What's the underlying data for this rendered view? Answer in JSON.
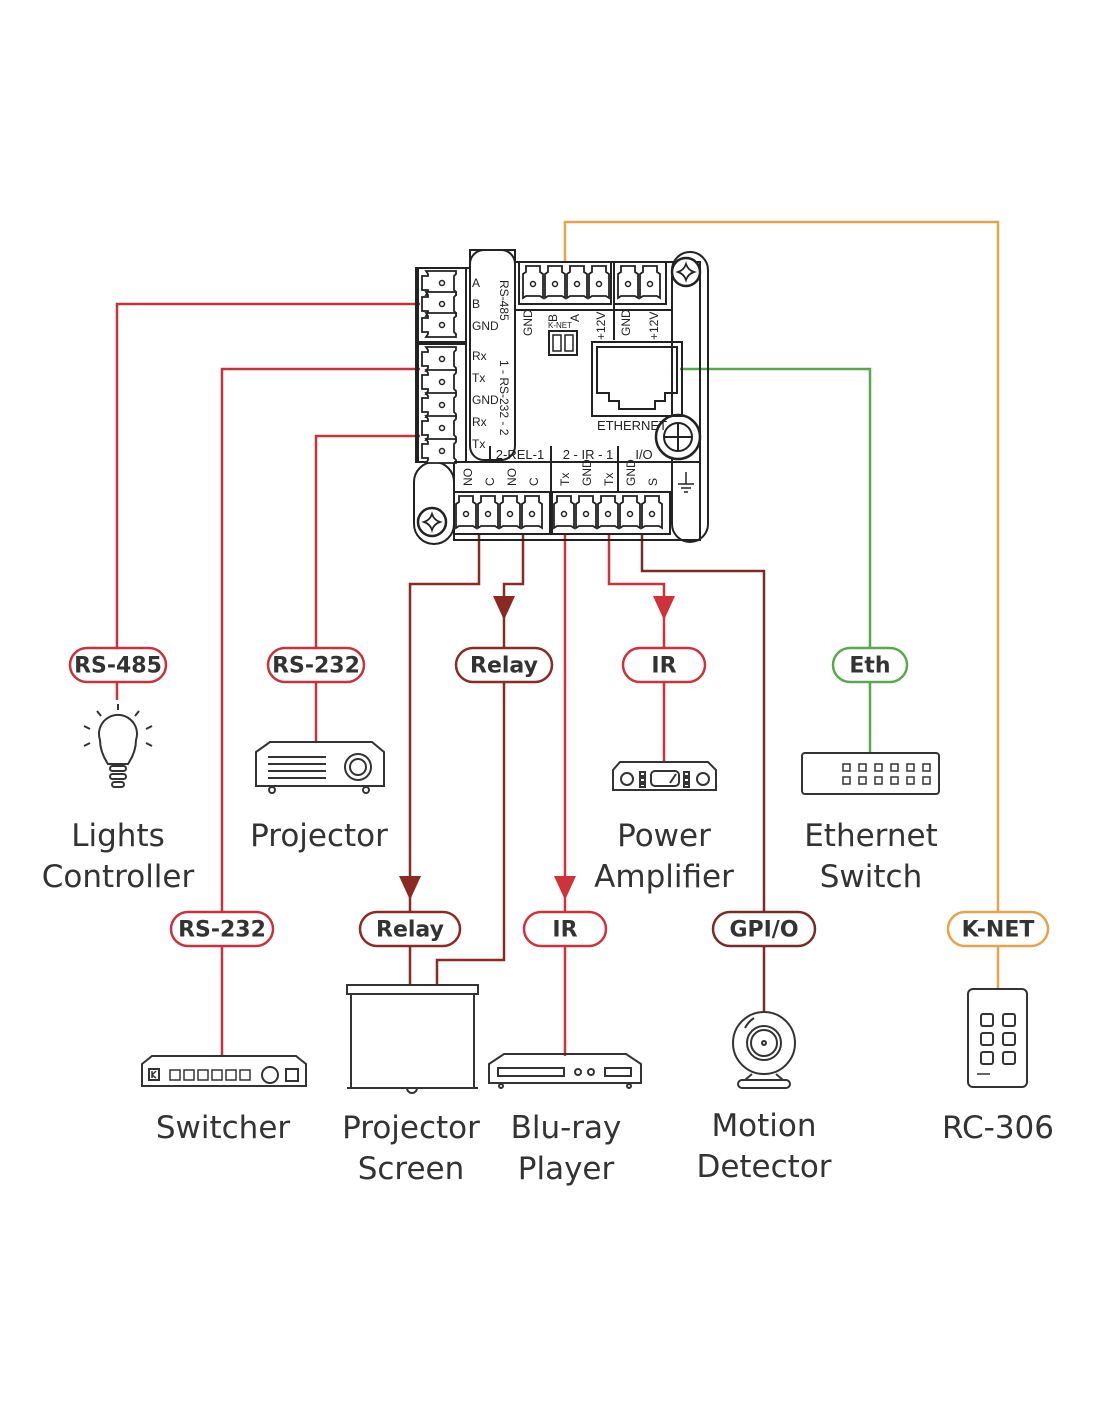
{
  "colors": {
    "rs_red": "#c8323c",
    "relay_brown": "#8b2a22",
    "gpio_brown": "#7a2b25",
    "ir_red": "#d0323a",
    "eth_green": "#5aa84e",
    "knet_orange": "#e8a24a",
    "ink": "#333333"
  },
  "controller": {
    "ports": {
      "rs485": {
        "title": "RS-485",
        "pins": [
          "A",
          "B",
          "GND"
        ]
      },
      "rs232": {
        "title": "1 - RS-232 - 2",
        "pins": [
          "Rx",
          "Tx",
          "GND",
          "Rx",
          "Tx"
        ]
      },
      "knet": {
        "title": "K-NET",
        "pins": [
          "GND",
          "B",
          "A",
          "+12V"
        ]
      },
      "power": {
        "pins": [
          "GND",
          "+12V"
        ]
      },
      "ethernet": {
        "title": "ETHERNET"
      },
      "relay": {
        "title": "2-REL-1",
        "pins": [
          "NO",
          "C",
          "NO",
          "C"
        ]
      },
      "ir": {
        "title": "2 - IR - 1",
        "pins": [
          "Tx",
          "GND",
          "Tx"
        ]
      },
      "io": {
        "title": "I/O",
        "pins": [
          "GND",
          "S"
        ]
      }
    }
  },
  "connections": [
    {
      "id": "lights",
      "tag": "RS-485",
      "device": [
        "Lights",
        "Controller"
      ],
      "icon": "lightbulb-icon",
      "color": "rs_red"
    },
    {
      "id": "projector",
      "tag": "RS-232",
      "device": [
        "Projector"
      ],
      "icon": "projector-icon",
      "color": "rs_red"
    },
    {
      "id": "relay-top",
      "tag": "Relay",
      "device": [],
      "icon": "",
      "color": "relay_brown"
    },
    {
      "id": "amp",
      "tag": "IR",
      "device": [
        "Power",
        "Amplifier"
      ],
      "icon": "amplifier-icon",
      "color": "ir_red"
    },
    {
      "id": "eth",
      "tag": "Eth",
      "device": [
        "Ethernet",
        "Switch"
      ],
      "icon": "ethernet-switch-icon",
      "color": "eth_green"
    },
    {
      "id": "switcher",
      "tag": "RS-232",
      "device": [
        "Switcher"
      ],
      "icon": "switcher-icon",
      "color": "rs_red"
    },
    {
      "id": "screen",
      "tag": "Relay",
      "device": [
        "Projector",
        "Screen"
      ],
      "icon": "projector-screen-icon",
      "color": "relay_brown"
    },
    {
      "id": "bluray",
      "tag": "IR",
      "device": [
        "Blu-ray",
        "Player"
      ],
      "icon": "bluray-player-icon",
      "color": "ir_red"
    },
    {
      "id": "motion",
      "tag": "GPI/O",
      "device": [
        "Motion",
        "Detector"
      ],
      "icon": "motion-detector-icon",
      "color": "gpio_brown"
    },
    {
      "id": "rc306",
      "tag": "K-NET",
      "device": [
        "RC-306"
      ],
      "icon": "keypad-icon",
      "color": "knet_orange"
    }
  ]
}
